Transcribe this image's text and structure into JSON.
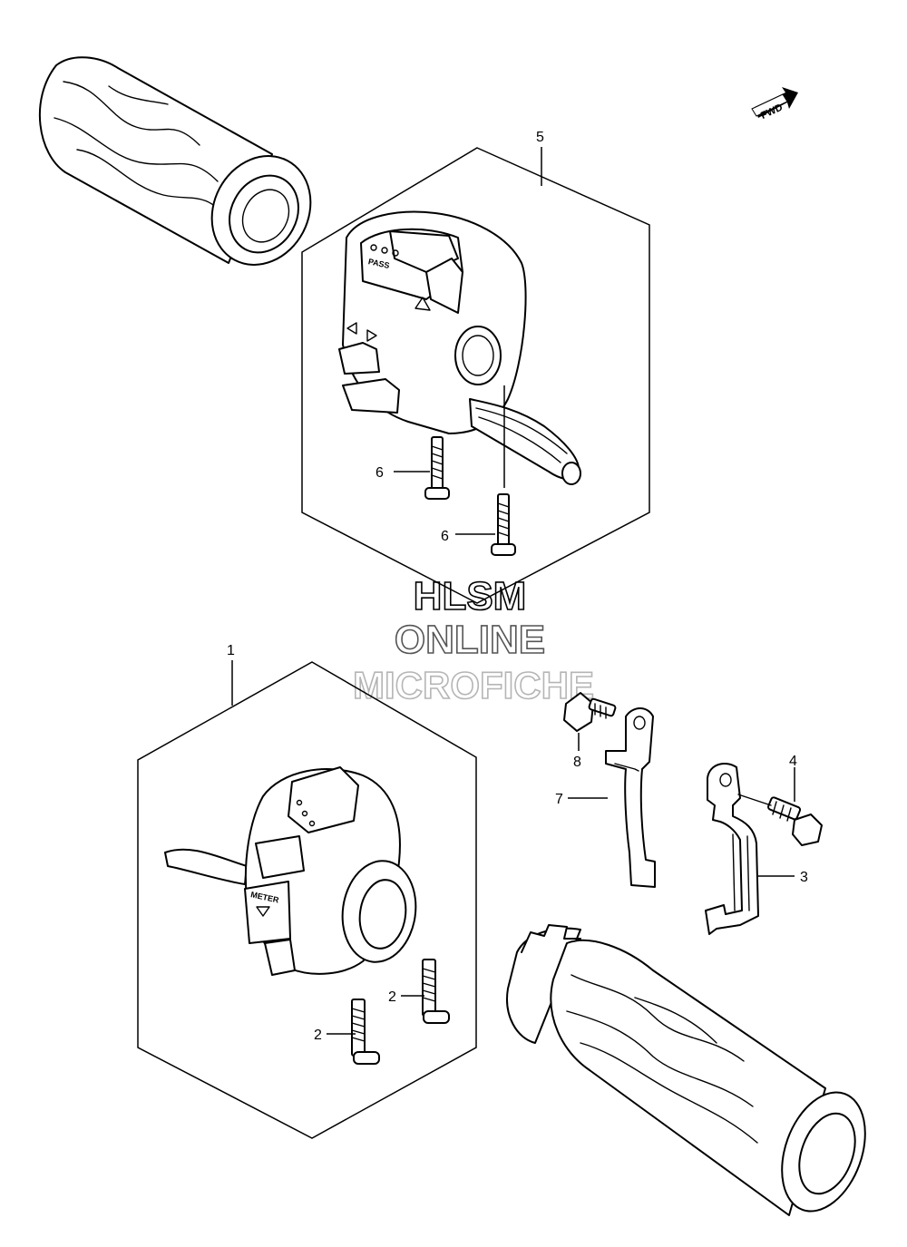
{
  "watermark": {
    "line1": "HLSM",
    "line2": "ONLINE",
    "line3": "MICROFICHE",
    "colors": [
      "#000000",
      "#555555",
      "#b5b5b5"
    ]
  },
  "fwd_label": "FWD",
  "switch_labels": {
    "pass": "PASS",
    "meter": "METER"
  },
  "callouts": {
    "c1": "1",
    "c2a": "2",
    "c2b": "2",
    "c3": "3",
    "c4": "4",
    "c5": "5",
    "c6a": "6",
    "c6b": "6",
    "c7": "7",
    "c8": "8"
  }
}
